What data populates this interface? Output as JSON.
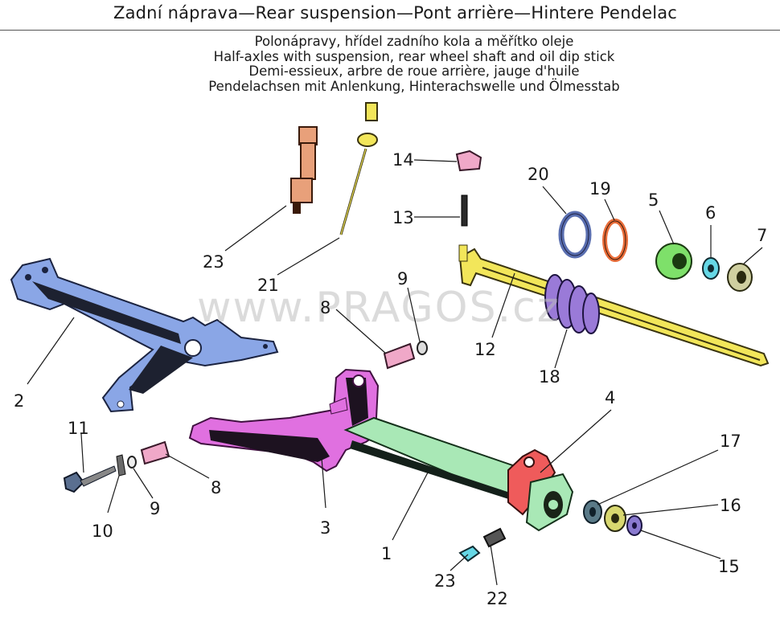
{
  "header": {
    "title": "Zadní náprava—Rear suspension—Pont arrière—Hintere Pendelac"
  },
  "subtitles": [
    "Polonápravy, hřídel zadního kola a měřítko oleje",
    "Half-axles with suspension, rear wheel shaft and oil dip stick",
    "Demi-essieux, arbre de roue arrière, jauge d'huile",
    "Pendelachsen mit Anlenkung, Hinterachswelle und Ölmesstab"
  ],
  "watermark": "www.PRAGOS.cz",
  "callouts": {
    "c1": "1",
    "c2": "2",
    "c3": "3",
    "c4": "4",
    "c5": "5",
    "c6": "6",
    "c7": "7",
    "c8a": "8",
    "c8b": "8",
    "c9a": "9",
    "c9b": "9",
    "c10": "10",
    "c11": "11",
    "c12": "12",
    "c13": "13",
    "c14": "14",
    "c15": "15",
    "c16": "16",
    "c17": "17",
    "c18": "18",
    "c19": "19",
    "c20": "20",
    "c21": "21",
    "c22": "22",
    "c23a": "23",
    "c23b": "23"
  },
  "colors": {
    "blue_arm": "#8aa6e6",
    "magenta_arm": "#e070e0",
    "green_tube": "#a9e8b6",
    "red_hub": "#ef5b5b",
    "yellow_shaft": "#f2e65a",
    "purple_boot": "#9a7ad8",
    "orange_bolt": "#e8a07a",
    "pink_nut": "#f0a8c8",
    "lime_gear": "#7ee06a",
    "cyan_ring": "#66d8e6",
    "khaki_nut": "#cfcfa0",
    "slate_clamp": "#5a6fb0",
    "orange_clamp": "#e86d3a"
  }
}
